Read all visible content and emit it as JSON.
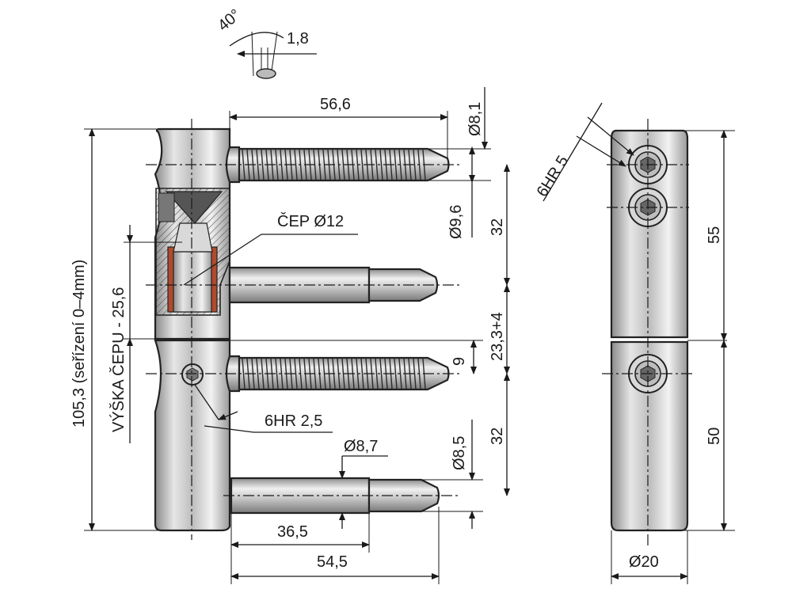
{
  "labels": {
    "angle": "40°",
    "thickness": "1,8",
    "top_length": "56,6",
    "dia_top_thread": "Ø8,1",
    "dia_top_pin": "Ø9,6",
    "pin_label": "ČEP Ø12",
    "hex_top": "6HR 5",
    "height_total": "105,3 (seřízení 0–4mm)",
    "pin_height": "VÝŠKA ČEPU - 25,6",
    "spacing_top": "32",
    "spacing_mid": "23,3+4",
    "offset_9": "9",
    "spacing_bottom": "32",
    "hex_small": "6HR 2,5",
    "dia_mid": "Ø8,7",
    "dia_bottom": "Ø8,5",
    "len_365": "36,5",
    "len_545": "54,5",
    "side_top": "55",
    "side_bottom": "50",
    "side_dia": "Ø20"
  }
}
